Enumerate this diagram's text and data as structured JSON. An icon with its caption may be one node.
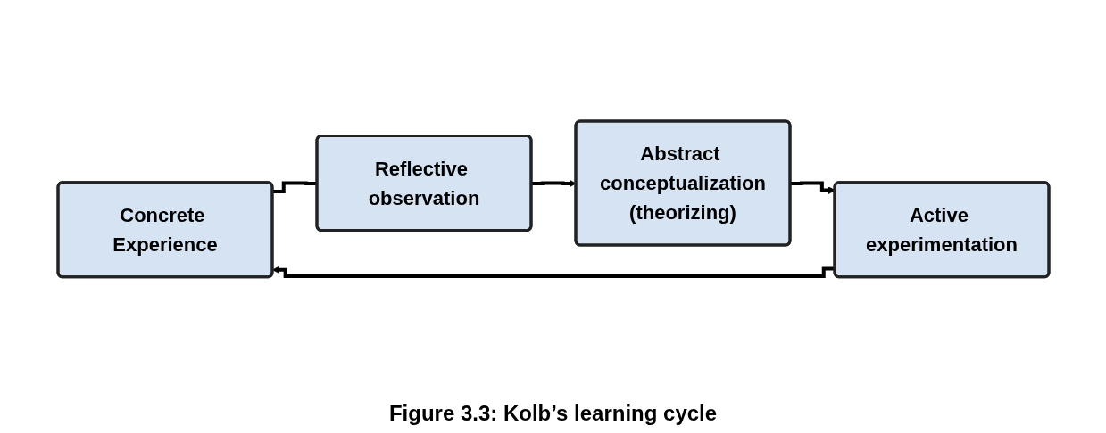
{
  "diagram": {
    "caption": "Figure 3.3: Kolb’s learning cycle",
    "nodes": [
      {
        "text": [
          "Concrete Experience"
        ]
      },
      {
        "text": [
          "Reflective observation"
        ]
      },
      {
        "text": [
          "Active experimentation"
        ]
      },
      {
        "text": [
          "Abstract conceptualization",
          "(theorizing)"
        ]
      }
    ],
    "edges": [
      {
        "from": 0,
        "to": 1,
        "arrow": "none"
      },
      {
        "from": 1,
        "to": 3,
        "arrow": "to"
      },
      {
        "from": 3,
        "to": 2,
        "arrow": "to"
      },
      {
        "from": 2,
        "to": 0,
        "arrow": "to"
      }
    ]
  }
}
